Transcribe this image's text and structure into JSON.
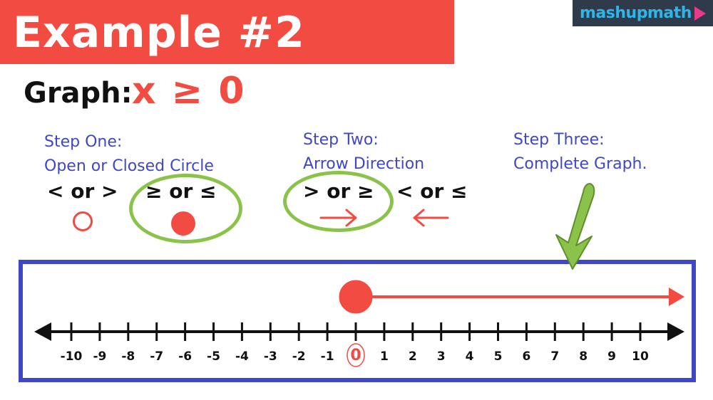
{
  "banner": {
    "title": "Example #2"
  },
  "logo": {
    "text": "mashupmath"
  },
  "graph": {
    "label": "Graph:",
    "inequality": "x ≥ 0"
  },
  "step_one": {
    "line1": "Step One:",
    "line2": "Open or Closed Circle",
    "symbols_open": "<  or >",
    "symbols_closed": "≥  or  ≤"
  },
  "step_two": {
    "line1": "Step Two:",
    "line2": "Arrow Direction",
    "symbols_right": "> or ≥",
    "symbols_left": "<  or  ≤"
  },
  "step_three": {
    "line1": "Step Three:",
    "line2": "Complete Graph."
  },
  "number_line": {
    "min": -10,
    "max": 10,
    "tick_labels": [
      "-10",
      "-9",
      "-8",
      "-7",
      "-6",
      "-5",
      "-4",
      "-3",
      "-2",
      "-1",
      "0",
      "1",
      "2",
      "3",
      "4",
      "5",
      "6",
      "7",
      "8",
      "9",
      "10"
    ],
    "highlight_label": "0",
    "solution_start": 0,
    "endpoint": "closed",
    "direction": "right"
  },
  "colors": {
    "red": "#f24b42",
    "blue": "#3f47c8",
    "green": "#8bc34a",
    "black": "#111111"
  }
}
